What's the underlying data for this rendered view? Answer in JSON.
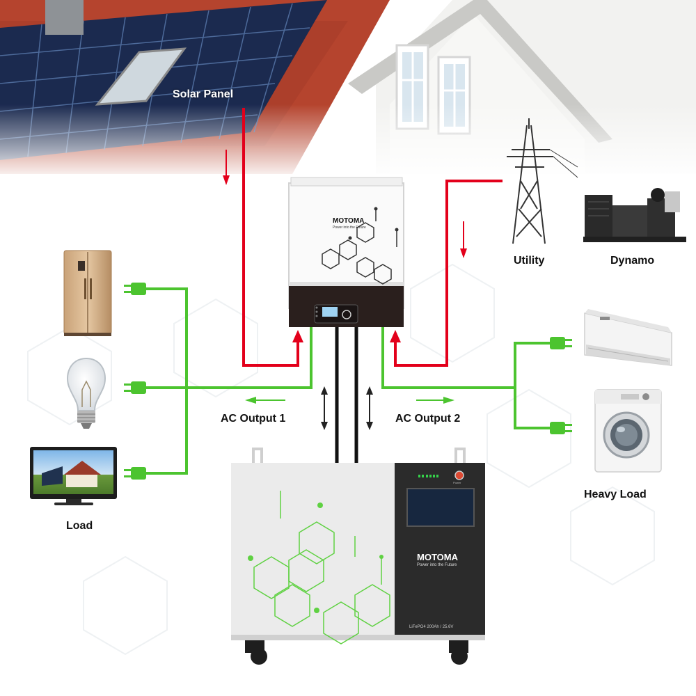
{
  "labels": {
    "solar_panel": "Solar Panel",
    "utility": "Utility",
    "dynamo": "Dynamo",
    "ac_output_1": "AC Output 1",
    "ac_output_2": "AC Output 2",
    "load": "Load",
    "heavy_load": "Heavy Load"
  },
  "devices": {
    "inverter_brand": "MOTOMA",
    "inverter_tagline": "Power into the Future",
    "battery_brand": "MOTOMA",
    "battery_tagline": "Power into the Future",
    "battery_spec": "LiFePO4 200Ah / 25.6V",
    "battery_power_label": "Power"
  },
  "colors": {
    "ac_line": "#4cc42f",
    "dc_line": "#e3001b",
    "battery_cable": "#111111",
    "house_wall": "#f4f4f4",
    "roof_tile": "#b5442e",
    "solar_panel": "#1b2a4f"
  }
}
